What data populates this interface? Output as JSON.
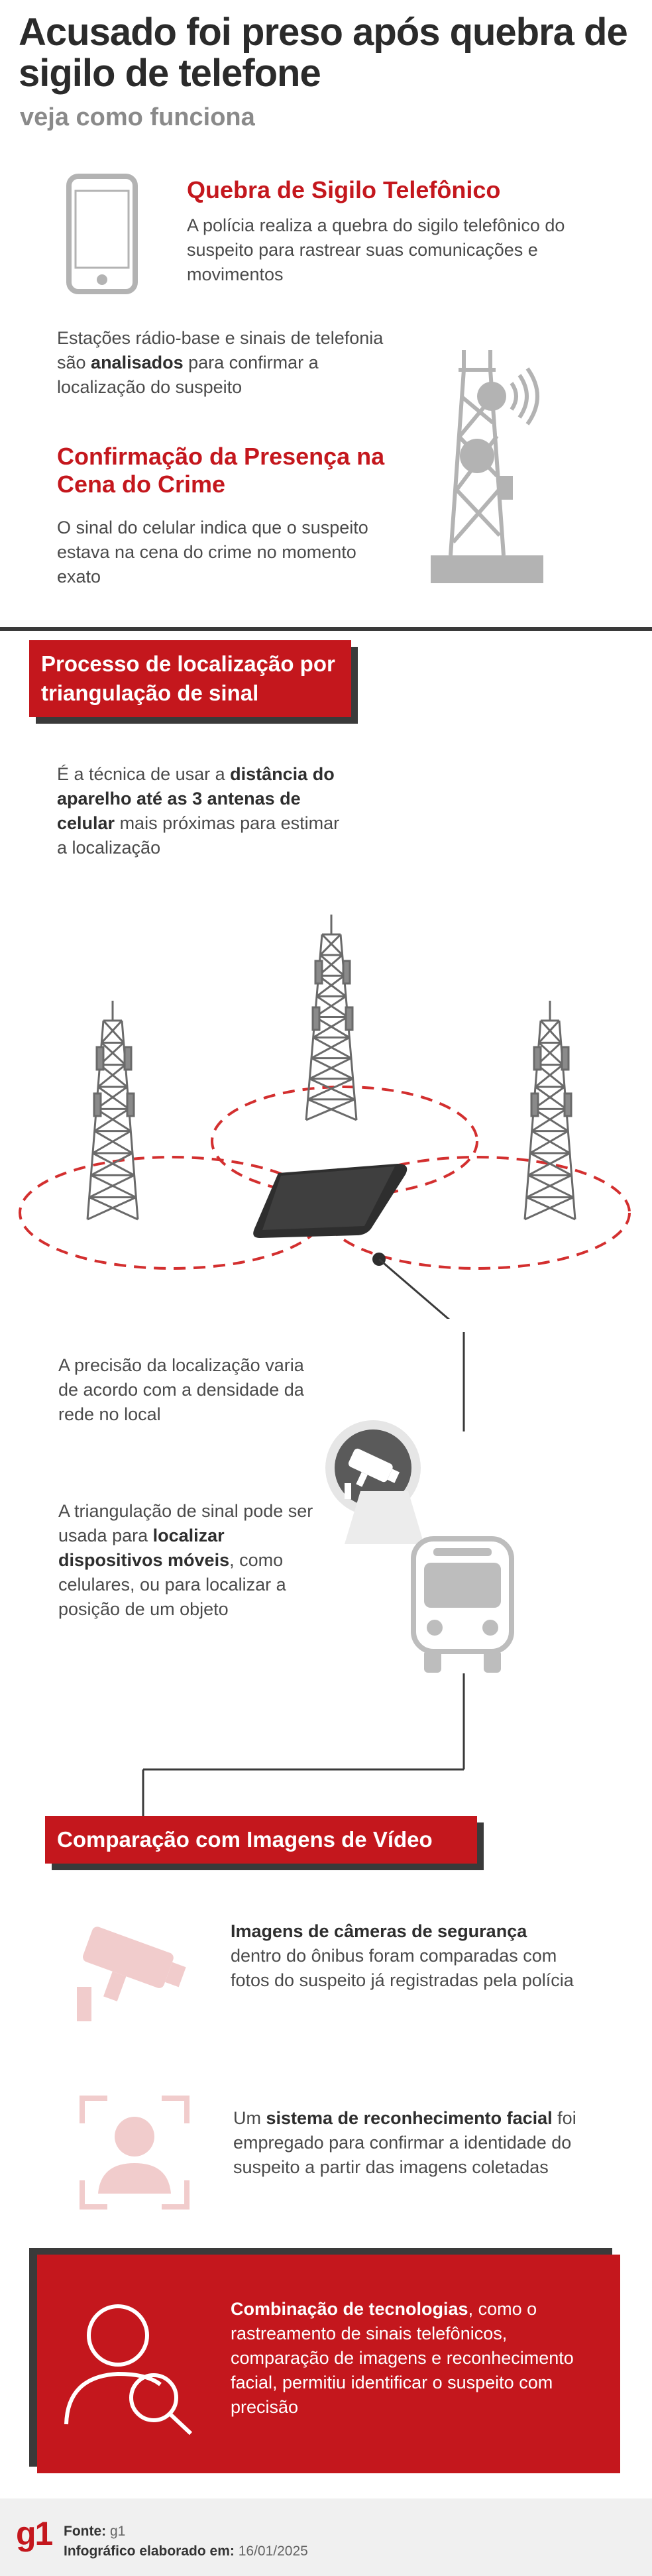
{
  "header": {
    "title": "Acusado foi preso após quebra de sigilo de telefone",
    "subtitle": "veja como funciona"
  },
  "section1": {
    "phone_title": "Quebra de Sigilo Telefônico",
    "phone_text": "A polícia realiza a quebra do sigilo telefônico do suspeito para rastrear suas comunicações e movimentos",
    "stations_text_a": "Estações rádio-base e sinais de telefonia são ",
    "stations_text_bold": "analisados",
    "stations_text_b": " para confirmar a localização do suspeito",
    "presence_title": "Confirmação da Presença na Cena do Crime",
    "presence_text": "O sinal do celular indica que o suspeito estava na cena do crime no momento exato"
  },
  "section2": {
    "label": "Processo de localização por triangulação de sinal",
    "intro_a": "É a técnica de usar a ",
    "intro_bold": "distância do aparelho até as 3 antenas de celular",
    "intro_b": " mais próximas para estimar a localização",
    "precision_text": "A precisão da localização varia de acordo com a densidade da rede no local",
    "triangulation_a": "A triangulação de sinal pode ser usada para ",
    "triangulation_bold": "localizar dispositivos móveis",
    "triangulation_b": ", como celulares, ou para localizar a posição de um objeto"
  },
  "section3": {
    "label": "Comparação com Imagens de Vídeo",
    "cameras_bold": "Imagens de câmeras de segurança",
    "cameras_text": " dentro do ônibus foram comparadas com fotos do suspeito já registradas pela polícia",
    "facial_a": "Um ",
    "facial_bold": "sistema de reconhecimento facial",
    "facial_b": " foi empregado para confirmar a identidade do suspeito a partir das imagens coletadas",
    "final_bold": "Combinação de tecnologias",
    "final_text": ", como o rastreamento de sinais telefônicos, comparação de imagens e reconhecimento facial, permitiu identificar o suspeito com precisão"
  },
  "footer": {
    "logo": "g1",
    "source_label": "Fonte:",
    "source_value": "g1",
    "credit_label": "Infográfico elaborado em:",
    "credit_value": "16/01/2025"
  },
  "colors": {
    "accent": "#c4171d",
    "dark": "#3a3a3a",
    "gray_icon": "#b3b3b3",
    "pale_icon": "#f1cccc"
  }
}
